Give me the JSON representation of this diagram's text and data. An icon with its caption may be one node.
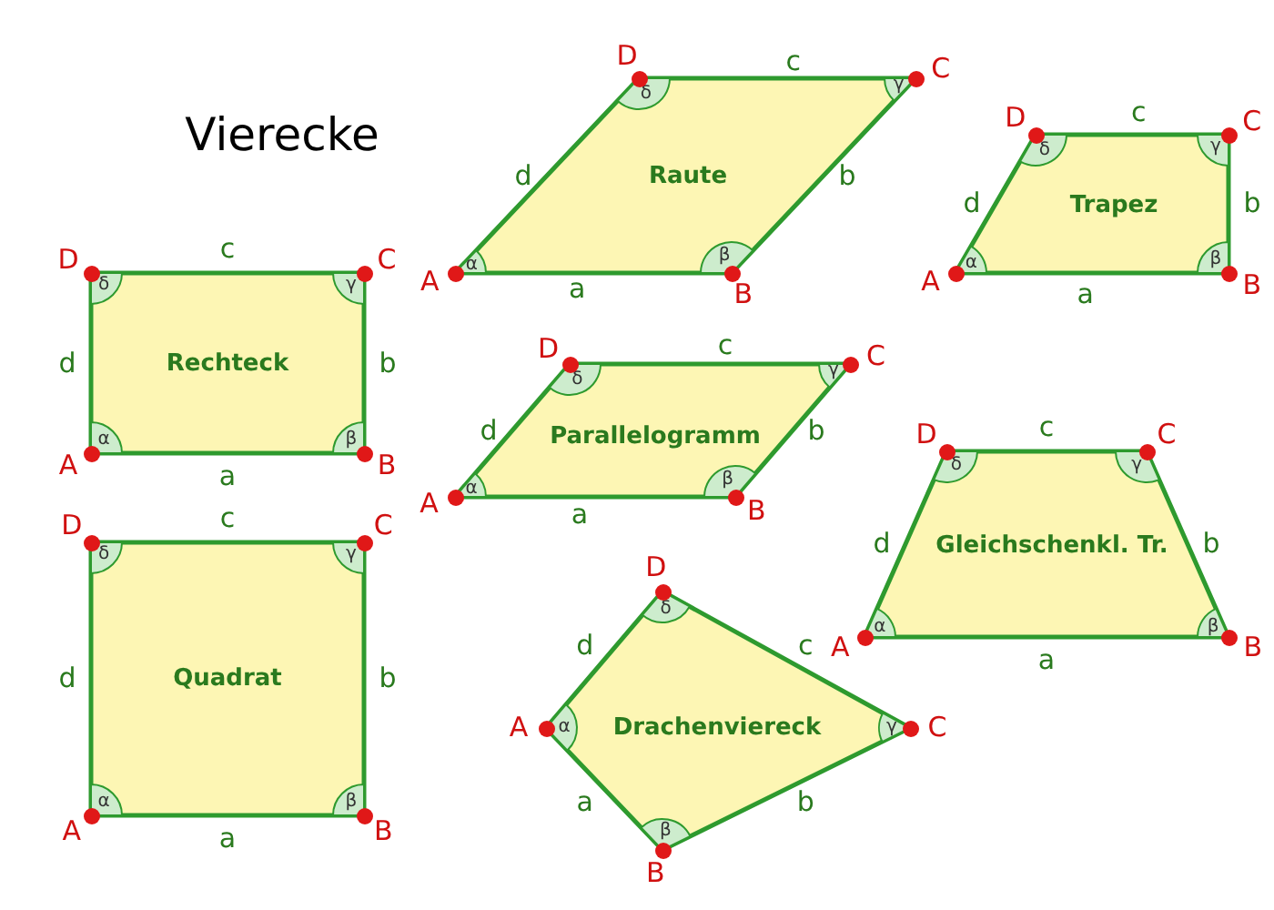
{
  "diagram": {
    "title": "Vierecke",
    "nodes": [
      {
        "text": [
          "Raute",
          "α",
          "β",
          "γ",
          "δ"
        ],
        "beside": [
          "A",
          "B",
          "C",
          "D",
          "a",
          "b",
          "c",
          "d"
        ]
      },
      {
        "text": [
          "Trapez",
          "α",
          "β",
          "γ",
          "δ"
        ],
        "beside": [
          "A",
          "B",
          "C",
          "D",
          "a",
          "b",
          "c",
          "d"
        ]
      },
      {
        "text": [
          "Rechteck",
          "α",
          "β",
          "γ",
          "δ"
        ],
        "beside": [
          "A",
          "B",
          "C",
          "D",
          "a",
          "b",
          "c",
          "d"
        ]
      },
      {
        "text": [
          "Parallelogramm",
          "α",
          "β",
          "γ",
          "δ"
        ],
        "beside": [
          "A",
          "B",
          "C",
          "D",
          "a",
          "b",
          "c",
          "d"
        ]
      },
      {
        "text": [
          "Gleichschenkl. Tr.",
          "α",
          "β",
          "γ",
          "δ"
        ],
        "beside": [
          "A",
          "B",
          "C",
          "D",
          "a",
          "b",
          "c",
          "d"
        ]
      },
      {
        "text": [
          "Quadrat",
          "α",
          "β",
          "γ",
          "δ"
        ],
        "beside": [
          "A",
          "B",
          "C",
          "D",
          "a",
          "b",
          "c",
          "d"
        ]
      },
      {
        "text": [
          "Drachenviereck",
          "α",
          "β",
          "γ",
          "δ"
        ],
        "beside": [
          "A",
          "B",
          "C",
          "D",
          "a",
          "b",
          "c",
          "d"
        ]
      }
    ]
  }
}
